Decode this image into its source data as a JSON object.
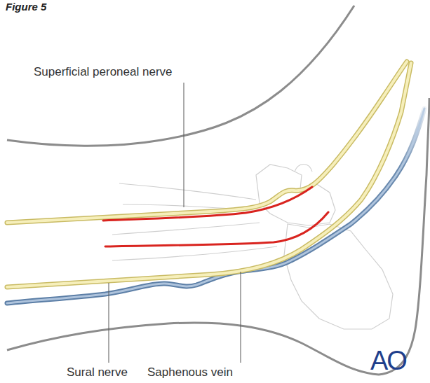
{
  "diagram": {
    "labels": [
      "Figure 5",
      "Superficial peroneal nerve",
      "Sural nerve",
      "Saphenous vein",
      "AO"
    ]
  }
}
